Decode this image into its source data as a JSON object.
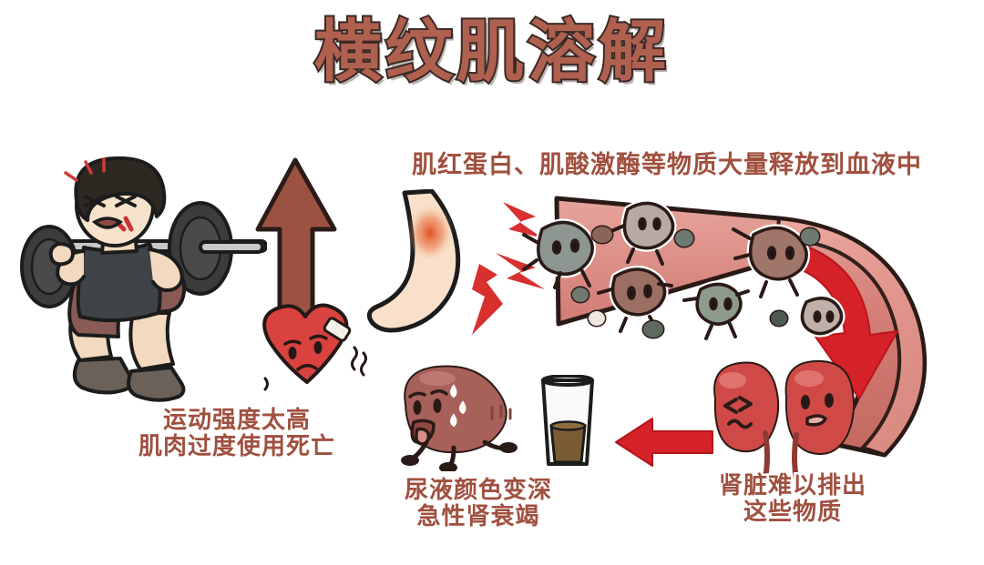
{
  "meta": {
    "background_color": "#ffffff",
    "accent_color": "#a0503f",
    "title_color": "#b0604f",
    "outline_color": "#3a2a26",
    "arrow_red": "#d52128",
    "arrow_brown": "#9c5242",
    "vessel_pink": "#d98a84",
    "vessel_wall": "#e8a7a0",
    "kidney_red": "#cf4a47",
    "urine_brown": "#7a5c33"
  },
  "title": {
    "text": "横纹肌溶解"
  },
  "labels": {
    "release": {
      "text": "肌红蛋白、肌酸激酶等物质大量释放到血液中"
    },
    "exercise": {
      "line1": "运动强度太高",
      "line2": "肌肉过度使用死亡"
    },
    "urine": {
      "line1": "尿液颜色变深",
      "line2": "急性肾衰竭"
    },
    "kidney": {
      "line1": "肾脏难以排出",
      "line2": "这些物质"
    }
  },
  "illustrations": {
    "weightlifter": "cartoon man performing a heavy barbell squat with a straining red face",
    "up_arrow": "brown upward arrow",
    "muscle_character": "sad red muscle character with a bandage, shaking",
    "leg": "leg with red inflamed calf",
    "lightning_bolts": "three red pain lightning bolts",
    "blood_vessel": "pink blood vessel curving right and down, filled with myoglobin blob characters",
    "flow_arrow": "red curved arrow inside vessel pointing down",
    "kidneys_pair": "two red kidney characters with distressed faces",
    "sick_kidney": "exhausted sweating kidney character with tongue out",
    "urine_glass": "glass filled with dark brown urine",
    "left_arrow": "solid red arrow pointing left"
  }
}
